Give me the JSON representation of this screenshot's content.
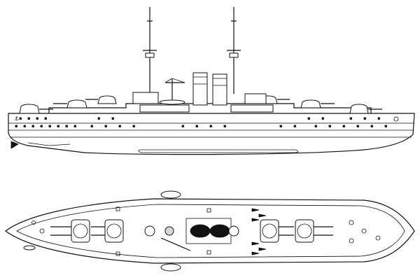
{
  "drawing": {
    "subject": "battleship-line-drawing",
    "views": [
      {
        "name": "side-elevation"
      },
      {
        "name": "plan-view"
      }
    ]
  },
  "colors": {
    "ink": "#111111",
    "background": "#ffffff",
    "shade": "#d9d9d9"
  }
}
